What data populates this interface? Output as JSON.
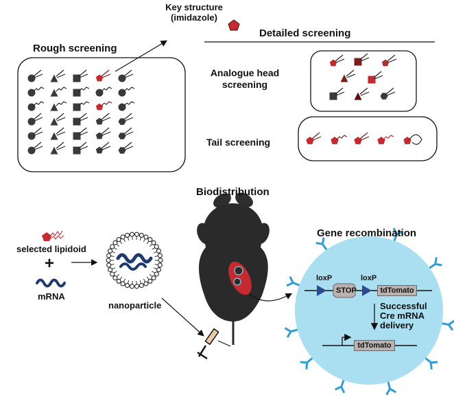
{
  "top": {
    "key_structure": "Key structure",
    "key_structure_sub": "(imidazole)",
    "rough_screening": "Rough screening",
    "detailed_screening": "Detailed screening",
    "analogue_head_line1": "Analogue head",
    "analogue_head_line2": "screening",
    "tail_screening": "Tail screening"
  },
  "bottom": {
    "biodistribution": "Biodistribution",
    "selected_lipidoid": "selected lipidoid",
    "plus": "+",
    "mrna": "mRNA",
    "nanoparticle": "nanoparticle",
    "gene_recombination": "Gene recombination",
    "loxp_1": "loxP",
    "loxp_2": "loxP",
    "stop": "STOP",
    "tdtomato_1": "tdTomato",
    "tdtomato_2": "tdTomato",
    "successful_line1": "Successful",
    "successful_line2": "Cre mRNA",
    "successful_line3": "delivery"
  },
  "colors": {
    "lipid_red": "#c42a2f",
    "dark_gray": "#3a3a3a",
    "cell_blue": "#a9dff0",
    "receptor_blue": "#2d9fd5",
    "mrna_navy": "#1f3a6e"
  }
}
